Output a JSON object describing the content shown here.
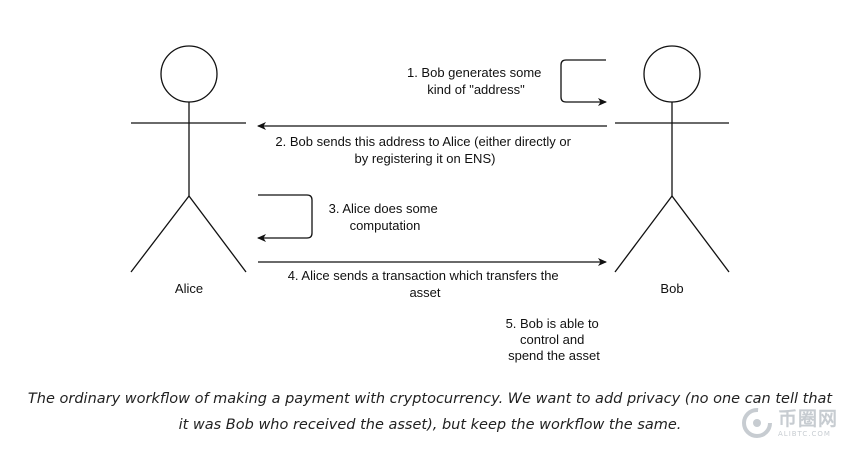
{
  "actors": {
    "alice": "Alice",
    "bob": "Bob"
  },
  "steps": {
    "step1": [
      "1. Bob generates some",
      "kind of \"address\""
    ],
    "step2": [
      "2. Bob sends this address to Alice (either directly or",
      "by registering it on ENS)"
    ],
    "step3": [
      "3. Alice does some",
      "computation"
    ],
    "step4": [
      "4. Alice sends a transaction which transfers the",
      "asset"
    ],
    "step5": [
      "5. Bob is able to",
      "control and",
      "spend the asset"
    ]
  },
  "caption": {
    "line1": "The ordinary workflow of making a payment with cryptocurrency. We want to add privacy (no one can tell that",
    "line2": "it was Bob who received the asset), but keep the workflow the same."
  },
  "watermark": {
    "main": "币圈网",
    "sub": "ALIBTC.COM"
  },
  "colors": {
    "stroke": "#111111"
  }
}
